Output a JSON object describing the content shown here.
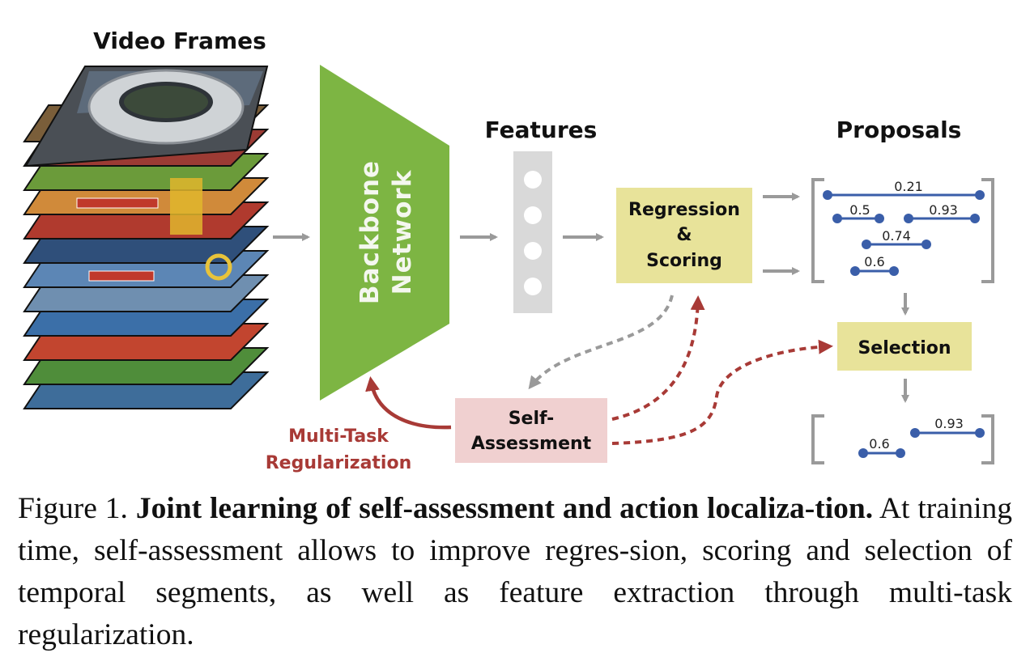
{
  "labels": {
    "video_frames": "Video Frames",
    "backbone_line1": "Backbone",
    "backbone_line2": "Network",
    "features": "Features",
    "proposals": "Proposals",
    "regression_line1": "Regression",
    "regression_line2": "&",
    "regression_line3": "Scoring",
    "selection": "Selection",
    "self_assessment_line1": "Self-",
    "self_assessment_line2": "Assessment",
    "multitask_line1": "Multi-Task",
    "multitask_line2": "Regularization"
  },
  "proposals": [
    "0.21",
    "0.5",
    "0.93",
    "0.74",
    "0.6"
  ],
  "selected": [
    "0.6",
    "0.93"
  ],
  "caption": {
    "prefix": "Figure 1. ",
    "bold": "Joint learning of self-assessment and action localiza-tion.",
    "text": " At training time, self-assessment allows to improve regres-sion, scoring and selection of temporal segments, as well as feature extraction through multi-task regularization."
  },
  "colors": {
    "backbone": "#7db543",
    "box_yellow": "#e8e39a",
    "box_pink": "#f0d0d0",
    "feature_bar": "#d9d9d9",
    "segment_blue": "#3a5ea9",
    "arrow_gray": "#9a9a9a",
    "arrow_red": "#a83a36"
  }
}
